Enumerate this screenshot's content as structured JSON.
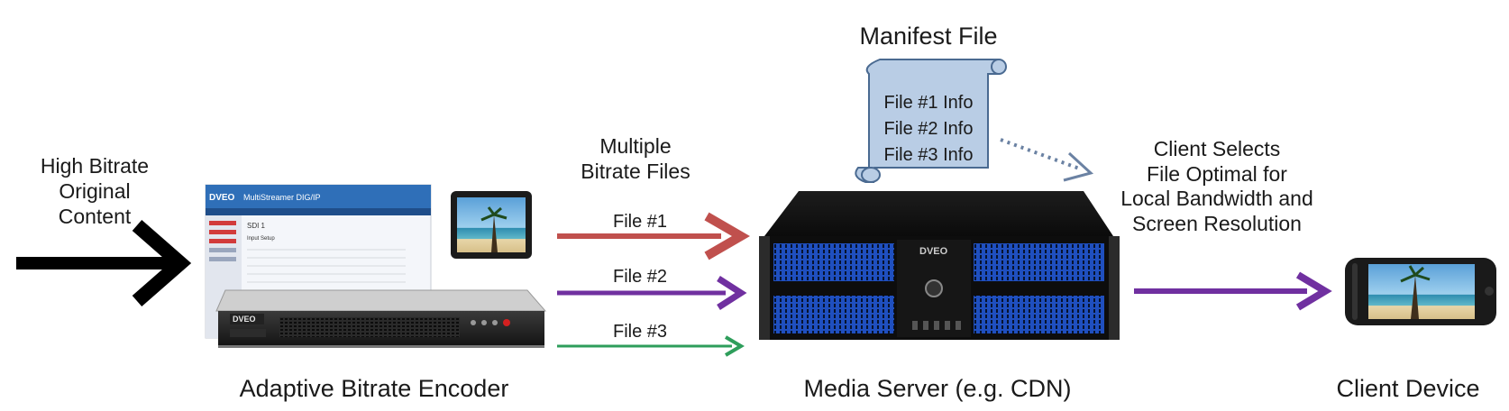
{
  "input": {
    "label_lines": [
      "High Bitrate",
      "Original",
      "Content"
    ]
  },
  "encoder": {
    "caption": "Adaptive Bitrate Encoder",
    "screen_logo": "DVEO",
    "screen_title": "MultiStreamer DIG/IP",
    "screen_heading": "SDI 1",
    "screen_section": "Input Setup",
    "rack_logo": "DVEO"
  },
  "streams": {
    "heading_lines": [
      "Multiple",
      "Bitrate Files"
    ],
    "files": [
      {
        "label": "File #1",
        "color": "#c0504d"
      },
      {
        "label": "File #2",
        "color": "#7030a0"
      },
      {
        "label": "File #3",
        "color": "#2e9e5b"
      }
    ]
  },
  "manifest": {
    "title": "Manifest File",
    "lines": [
      "File #1 Info",
      "File #2 Info",
      "File #3 Info"
    ],
    "fill": "#b9cde5",
    "stroke": "#4a6a91"
  },
  "server": {
    "caption": "Media Server (e.g. CDN)",
    "logo": "DVEO",
    "accent": "#1f4fbf"
  },
  "client": {
    "label_lines": [
      "Client Selects",
      "File Optimal for",
      "Local Bandwidth and",
      "Screen Resolution"
    ],
    "caption": "Client Device",
    "arrow_color": "#7030a0"
  }
}
